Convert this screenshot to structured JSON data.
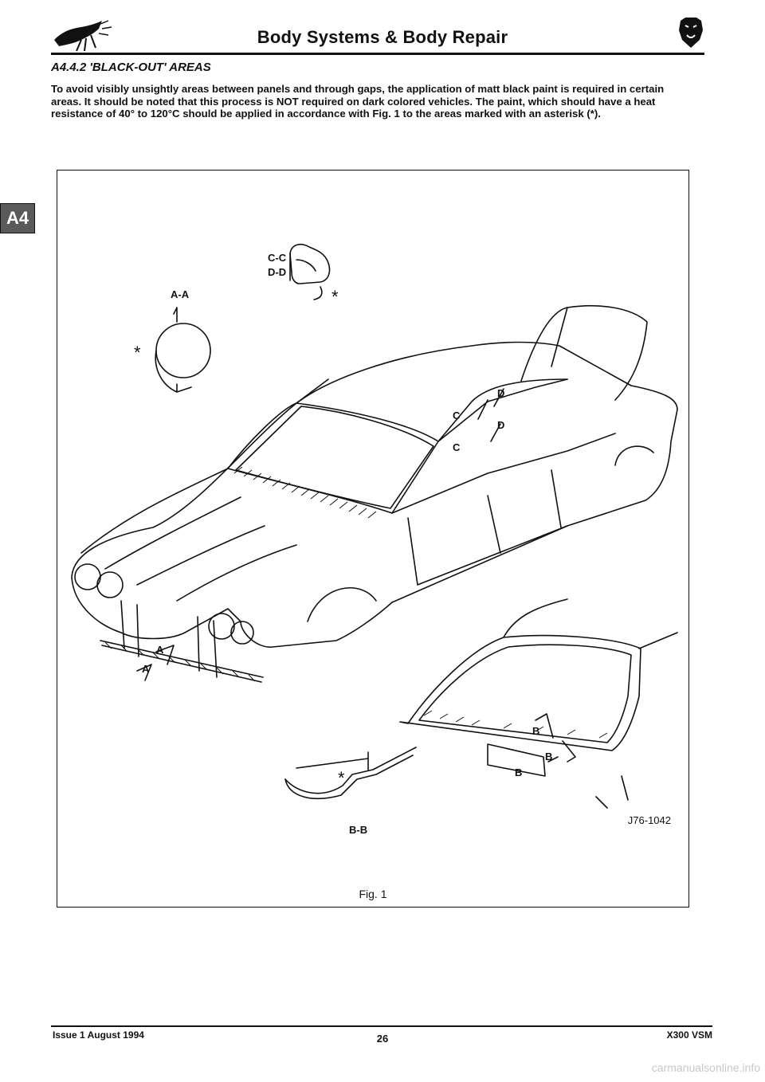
{
  "header": {
    "title": "Body Systems & Body Repair"
  },
  "section": {
    "title": "A4.4.2   'BLACK-OUT' AREAS",
    "body": "To avoid visibly unsightly areas between panels and through gaps, the application of matt black paint is required in certain areas. It should be noted that this process is NOT required on dark colored vehicles. The paint, which should have a heat resistance of 40° to 120°C should be applied in accordance with Fig. 1 to the areas marked with an asterisk (*)."
  },
  "side_tab": {
    "label": "A4"
  },
  "figure": {
    "caption": "Fig. 1",
    "reference": "J76-1042",
    "labels": {
      "section_aa": "A-A",
      "section_bb": "B-B",
      "section_cc": "C-C",
      "section_dd": "D-D",
      "asterisk": "*",
      "a": "A",
      "b": "B",
      "c": "C",
      "d": "D"
    }
  },
  "footer": {
    "issue": "Issue 1 August 1994",
    "page": "26",
    "manual": "X300 VSM"
  },
  "watermark": {
    "text": "carmanualsonline.info"
  }
}
